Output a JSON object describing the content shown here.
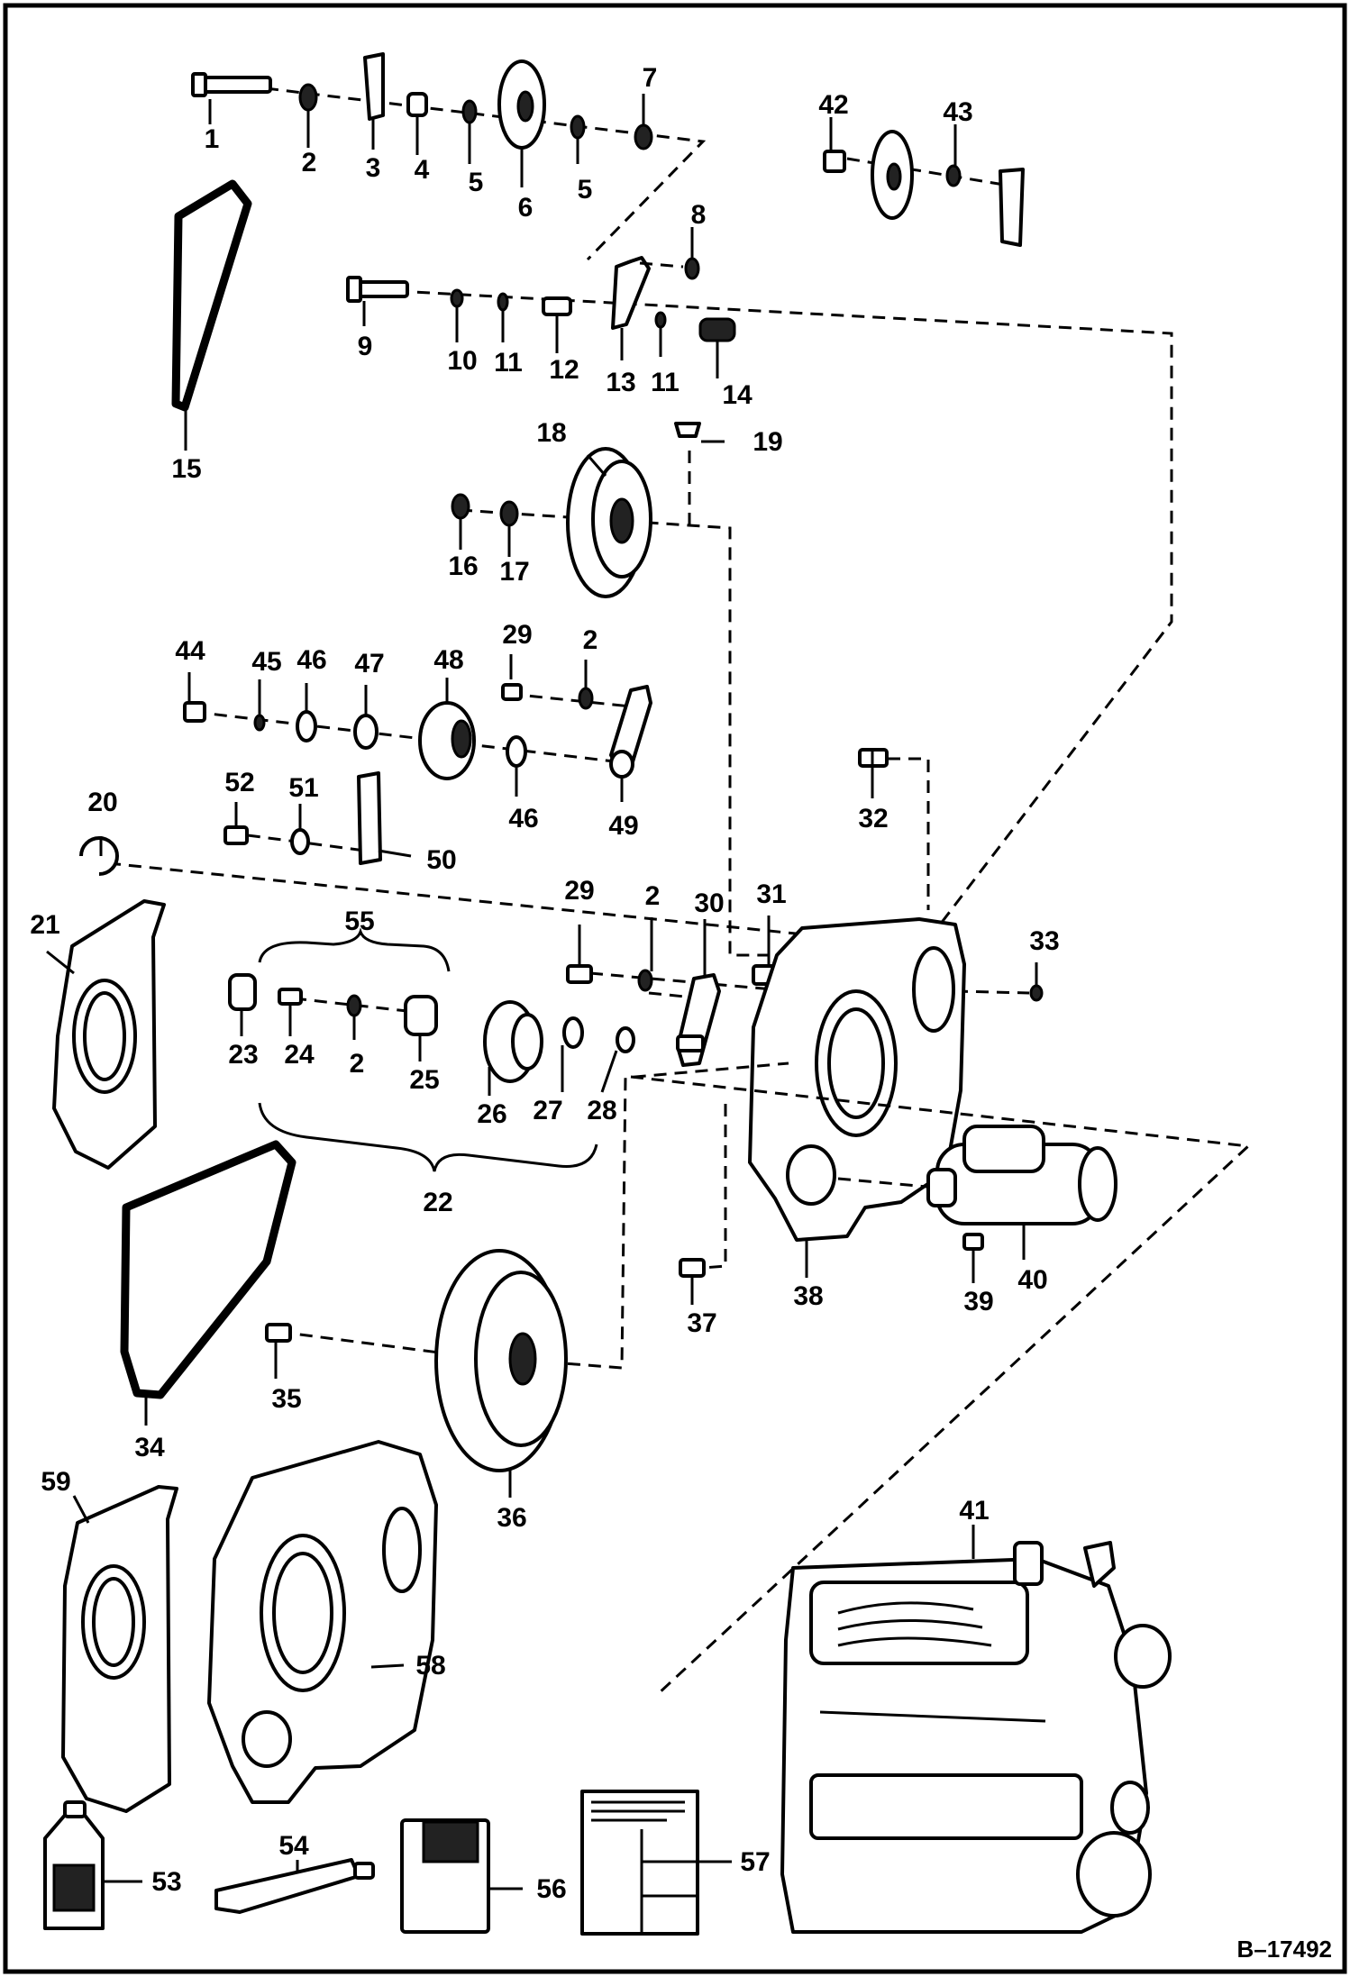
{
  "diagram": {
    "reference": "B–17492",
    "labels": {
      "1": "1",
      "2": "2",
      "3": "3",
      "4": "4",
      "5": "5",
      "6": "6",
      "7": "7",
      "8": "8",
      "9": "9",
      "10": "10",
      "11": "11",
      "12": "12",
      "13": "13",
      "14": "14",
      "15": "15",
      "16": "16",
      "17": "17",
      "18": "18",
      "19": "19",
      "20": "20",
      "21": "21",
      "22": "22",
      "23": "23",
      "24": "24",
      "25": "25",
      "26": "26",
      "27": "27",
      "28": "28",
      "29": "29",
      "30": "30",
      "31": "31",
      "32": "32",
      "33": "33",
      "34": "34",
      "35": "35",
      "36": "36",
      "37": "37",
      "38": "38",
      "39": "39",
      "40": "40",
      "41": "41",
      "42": "42",
      "43": "43",
      "44": "44",
      "45": "45",
      "46": "46",
      "47": "47",
      "48": "48",
      "49": "49",
      "50": "50",
      "51": "51",
      "52": "52",
      "53": "53",
      "54": "54",
      "55": "55",
      "56": "56",
      "57": "57",
      "58": "58",
      "59": "59"
    }
  }
}
